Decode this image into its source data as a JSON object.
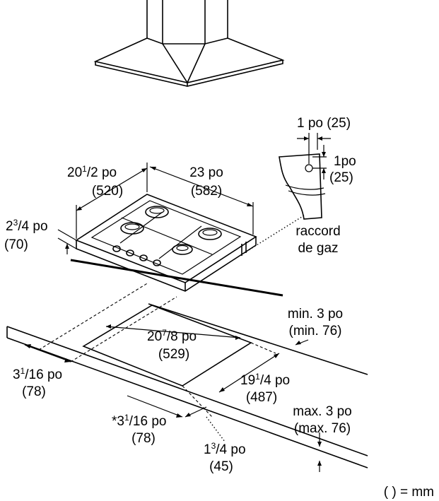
{
  "labels": {
    "pipe_h_mm": "1 po (25)",
    "pipe_v_in": "1po",
    "pipe_v_mm": "(25)",
    "gas_1": "raccord",
    "gas_2": "de gaz",
    "depth_in_int": "20",
    "depth_in_num": "1",
    "depth_in_den": "/2 po",
    "depth_mm": "(520)",
    "width_in": "23 po",
    "width_mm": "(582)",
    "height_in_int": "2",
    "height_in_num": "3",
    "height_in_den": "/4 po",
    "height_mm": "(70)",
    "wall_in": "min. 3 po",
    "wall_mm": "(min. 76)",
    "cut_w_int": "20",
    "cut_w_num": "7",
    "cut_w_den": "/8 po",
    "cut_w_mm": "(529)",
    "left_int": "3",
    "left_num": "1",
    "left_den": "/16 po",
    "left_mm": "(78)",
    "cut_d_int": "19",
    "cut_d_num": "1",
    "cut_d_den": "/4 po",
    "cut_d_mm": "(487)",
    "front_int": "*3",
    "front_num": "1",
    "front_den": "/16 po",
    "front_mm": "(78)",
    "max_in": "max. 3 po",
    "max_mm": "(max. 76)",
    "edge_int": "1",
    "edge_num": "3",
    "edge_den": "/4 po",
    "edge_mm": "(45)",
    "legend": "( )  =  mm"
  }
}
